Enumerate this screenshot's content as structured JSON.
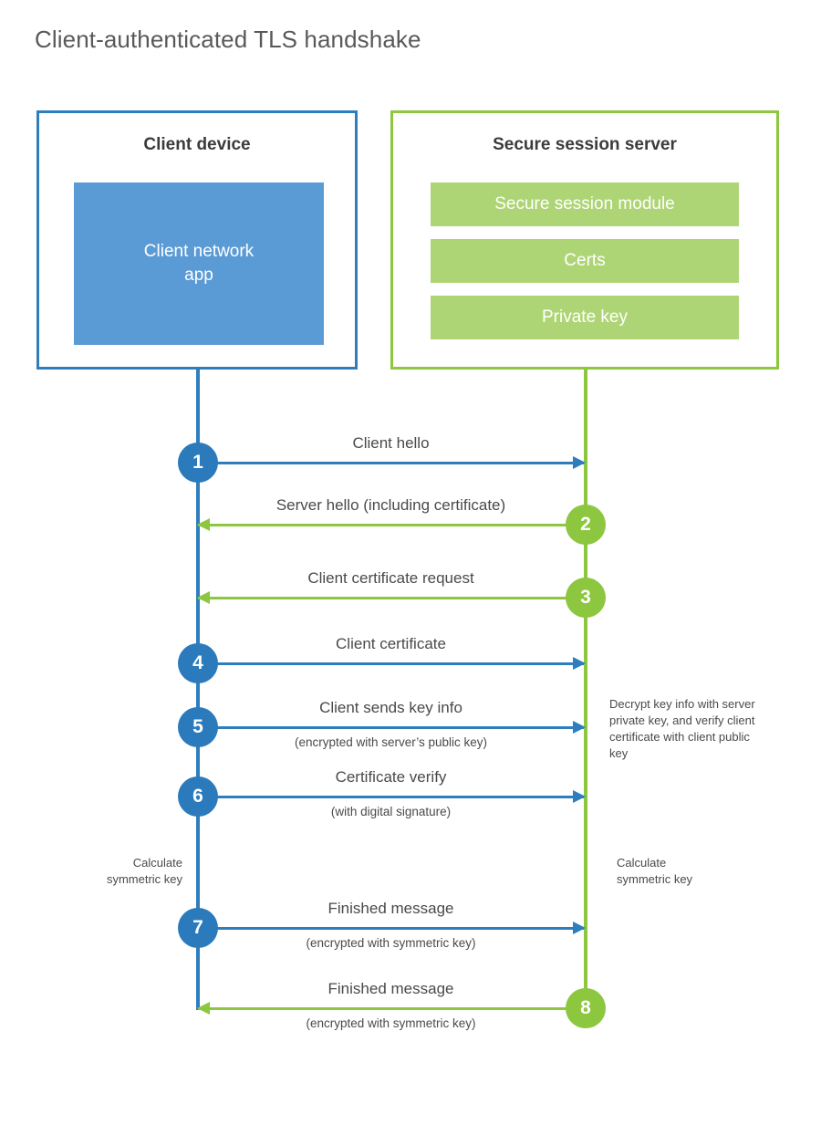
{
  "title": "Client-authenticated TLS handshake",
  "colors": {
    "client_border": "#2e7ebe",
    "client_fill": "#5b9bd5",
    "client_badge": "#2b7bbc",
    "server_border": "#8dc63f",
    "server_fill": "#aed575",
    "server_badge": "#8dc63f",
    "text": "#4a4a4a",
    "title_text": "#595959",
    "background": "#ffffff"
  },
  "participants": {
    "client": {
      "title": "Client device",
      "app_label": "Client network\napp"
    },
    "server": {
      "title": "Secure session server",
      "modules": [
        "Secure session module",
        "Certs",
        "Private key"
      ]
    }
  },
  "messages": [
    {
      "step": "1",
      "label": "Client hello",
      "sublabel": "",
      "direction": "client-to-server",
      "origin": "client"
    },
    {
      "step": "2",
      "label": "Server hello (including certificate)",
      "sublabel": "",
      "direction": "server-to-client",
      "origin": "server"
    },
    {
      "step": "3",
      "label": "Client certificate request",
      "sublabel": "",
      "direction": "server-to-client",
      "origin": "server"
    },
    {
      "step": "4",
      "label": "Client certificate",
      "sublabel": "",
      "direction": "client-to-server",
      "origin": "client"
    },
    {
      "step": "5",
      "label": "Client sends key info",
      "sublabel": "(encrypted with server’s public key)",
      "direction": "client-to-server",
      "origin": "client"
    },
    {
      "step": "6",
      "label": "Certificate verify",
      "sublabel": "(with digital signature)",
      "direction": "client-to-server",
      "origin": "client"
    },
    {
      "step": "7",
      "label": "Finished message",
      "sublabel": "(encrypted with symmetric key)",
      "direction": "client-to-server",
      "origin": "client"
    },
    {
      "step": "8",
      "label": "Finished message",
      "sublabel": "(encrypted with symmetric key)",
      "direction": "server-to-client",
      "origin": "server"
    }
  ],
  "annotations": {
    "server_decrypt": "Decrypt key info with server private key, and verify client certificate with client public key",
    "client_symmetric_key": "Calculate\nsymmetric key",
    "server_symmetric_key": "Calculate\nsymmetric key"
  }
}
